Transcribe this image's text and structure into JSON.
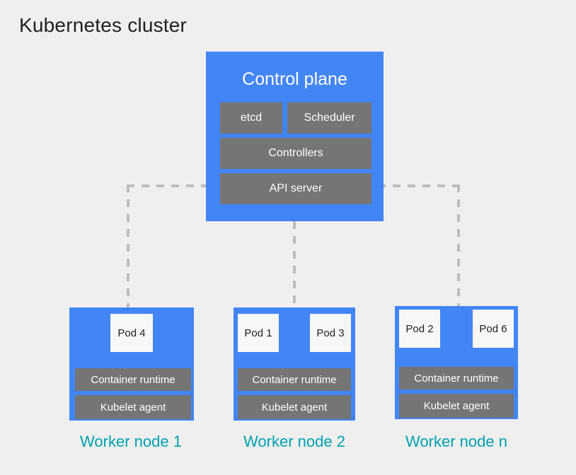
{
  "title": "Kubernetes cluster",
  "colors": {
    "background": "#EFEFEF",
    "node_blue": "#4285F4",
    "component_gray": "#757575",
    "pod_white": "#F7F7F7",
    "label_teal": "#00A0AF",
    "connector_gray": "#BDBDBD",
    "title_black": "#202124"
  },
  "control_plane": {
    "title": "Control plane",
    "components": [
      {
        "id": "etcd",
        "label": "etcd"
      },
      {
        "id": "scheduler",
        "label": "Scheduler"
      },
      {
        "id": "controllers",
        "label": "Controllers"
      },
      {
        "id": "api-server",
        "label": "API server"
      }
    ]
  },
  "worker_nodes": [
    {
      "id": "node-1",
      "label": "Worker node 1",
      "pods": [
        {
          "label": "Pod 4"
        }
      ],
      "container_runtime": "Container runtime",
      "kubelet_agent": "Kubelet agent"
    },
    {
      "id": "node-2",
      "label": "Worker node 2",
      "pods": [
        {
          "label": "Pod 1"
        },
        {
          "label": "Pod 3"
        }
      ],
      "container_runtime": "Container runtime",
      "kubelet_agent": "Kubelet agent"
    },
    {
      "id": "node-n",
      "label": "Worker node n",
      "pods": [
        {
          "label": "Pod 2"
        },
        {
          "label": "Pod 6"
        }
      ],
      "container_runtime": "Container runtime",
      "kubelet_agent": "Kubelet agent"
    }
  ],
  "connectors": {
    "style": "dashed",
    "description": "API server connects to each worker node",
    "edges": [
      {
        "from": "api-server",
        "to": "node-1"
      },
      {
        "from": "api-server",
        "to": "node-2"
      },
      {
        "from": "api-server",
        "to": "node-n"
      }
    ]
  }
}
